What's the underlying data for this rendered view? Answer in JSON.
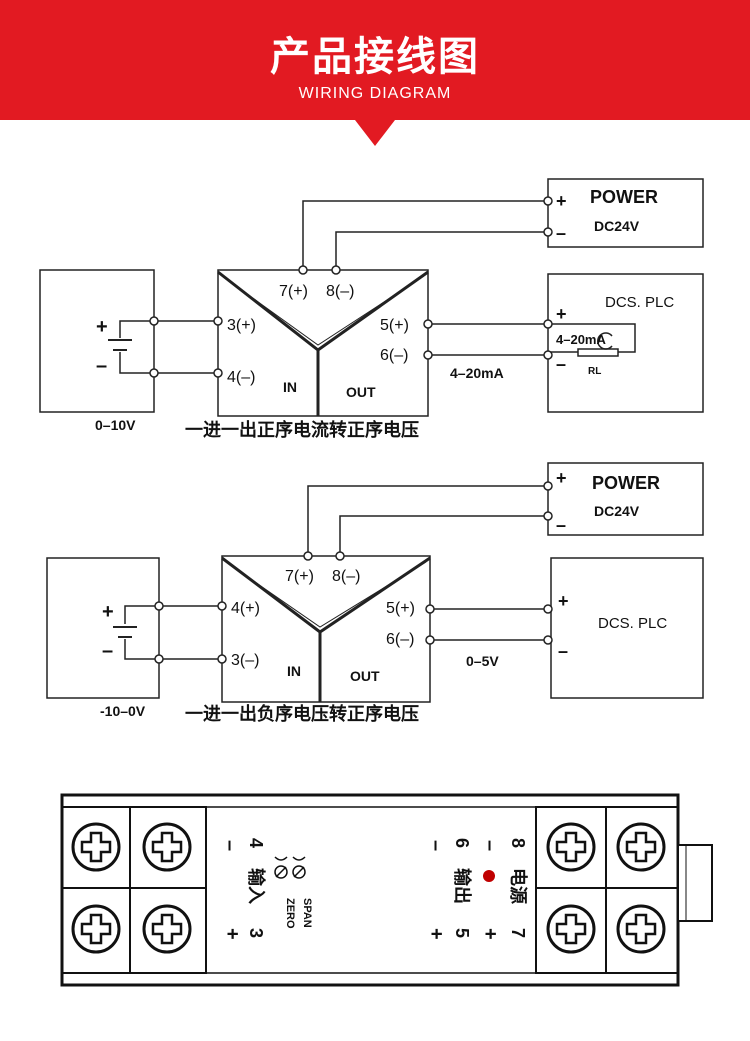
{
  "header": {
    "title": "产品接线图",
    "subtitle": "WIRING DIAGRAM",
    "color": "#e21a22"
  },
  "diagram1": {
    "power": {
      "name": "POWER",
      "voltage": "DC24V",
      "plus": "+",
      "minus": "–"
    },
    "terminals": {
      "t7": "7(+)",
      "t8": "8(–)",
      "t3": "3(+)",
      "t4": "4(–)",
      "t5": "5(+)",
      "t6": "6(–)"
    },
    "in_label": "IN",
    "out_label": "OUT",
    "source": {
      "plus": "+",
      "minus": "–",
      "range": "0–10V"
    },
    "load": {
      "name": "DCS. PLC",
      "current": "4–20mA",
      "resistor": "RL",
      "plus": "+",
      "minus": "–"
    },
    "output_signal": "4–20mA",
    "caption": "一进一出正序电流转正序电压"
  },
  "diagram2": {
    "power": {
      "name": "POWER",
      "voltage": "DC24V",
      "plus": "+",
      "minus": "–"
    },
    "terminals": {
      "t7": "7(+)",
      "t8": "8(–)",
      "t4": "4(+)",
      "t3": "3(–)",
      "t5": "5(+)",
      "t6": "6(–)"
    },
    "in_label": "IN",
    "out_label": "OUT",
    "source": {
      "plus": "+",
      "minus": "–",
      "range": "-10–0V"
    },
    "load": {
      "name": "DCS. PLC",
      "plus": "+",
      "minus": "–"
    },
    "output_signal": "0–5V",
    "caption": "一进一出负序电压转正序电压"
  },
  "module": {
    "input_label": "输入",
    "output_label": "输出",
    "power_label": "电源",
    "zero": "ZERO",
    "span": "SPAN",
    "t3": "3",
    "t4": "4",
    "t5": "5",
    "t6": "6",
    "t7": "7",
    "t8": "8",
    "plus": "+",
    "minus": "–",
    "led_color": "#c00000"
  }
}
